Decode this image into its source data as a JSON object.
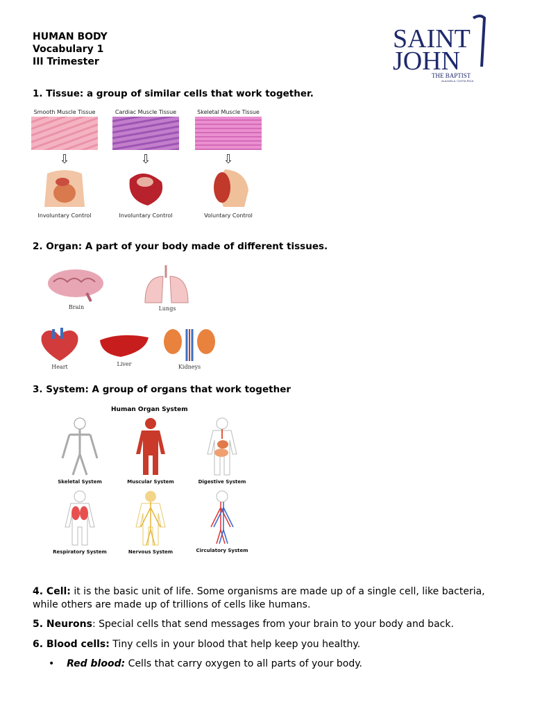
{
  "header": {
    "line1": "HUMAN BODY",
    "line2": "Vocabulary 1",
    "line3": "III Trimester"
  },
  "logo": {
    "main": "SAINT JOHN",
    "sub": "THE BAPTIST",
    "place": "ALAJUELA, COSTA RICA",
    "color": "#1f2a6b"
  },
  "section1": {
    "title": "1. Tissue: a group of similar cells that work together.",
    "tissues": [
      {
        "label": "Smooth Muscle Tissue",
        "control": "Involuntary Control",
        "color": "#f0a0b4"
      },
      {
        "label": "Cardiac Muscle Tissue",
        "control": "Involuntary Control",
        "color": "#c070c8"
      },
      {
        "label": "Skeletal Muscle Tissue",
        "control": "Voluntary Control",
        "color": "#e080c8"
      }
    ]
  },
  "section2": {
    "title": "2. Organ: A part of your body made of different tissues.",
    "organs": [
      "Brain",
      "Lungs",
      "Heart",
      "Liver",
      "Kidneys"
    ]
  },
  "section3": {
    "title": "3. System: A group of organs that work together",
    "chart_title": "Human Organ System",
    "systems": [
      "Skeletal System",
      "Muscular System",
      "Digestive System",
      "Respiratory System",
      "Nervous System",
      "Circulatory System"
    ]
  },
  "vocab": {
    "cell_term": "4. Cell:",
    "cell_def": " it is the basic unit of life. Some organisms are made up of a single cell, like bacteria, while others are made up of trillions of cells like humans.",
    "neuron_term": "5. Neurons",
    "neuron_def": ": Special cells that send messages from your brain to your body and back.",
    "blood_term": "6. Blood cells:",
    "blood_def": " Tiny cells in your blood that help keep you healthy.",
    "red_term": "Red blood:",
    "red_def": " Cells that carry oxygen to all parts of your body."
  }
}
